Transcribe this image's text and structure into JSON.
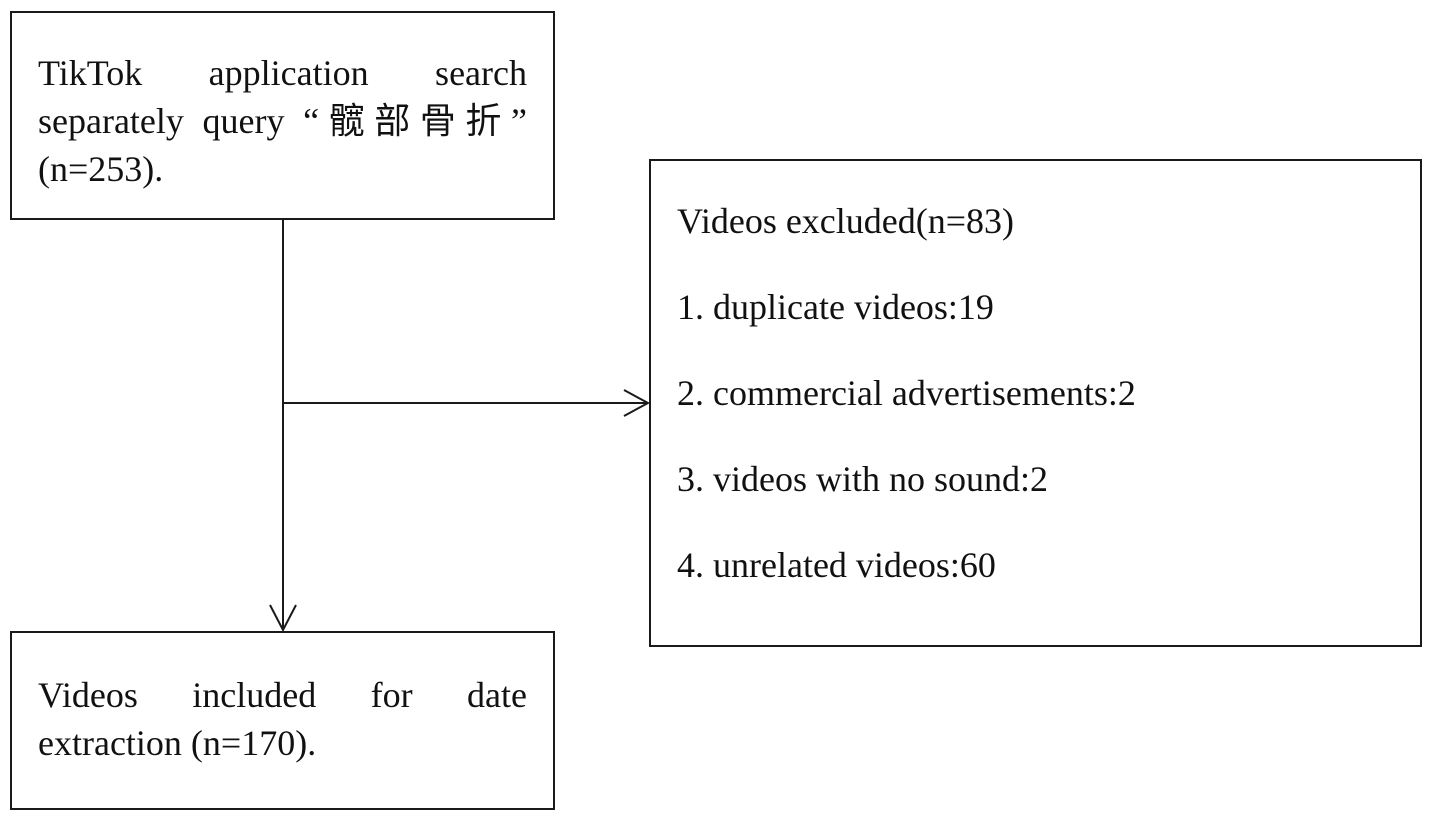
{
  "search_box": {
    "text": "TikTok application search separately query “髋部骨折” (n=253)."
  },
  "included_box": {
    "text": "Videos included for date extraction (n=170)."
  },
  "excluded_box": {
    "title": "Videos excluded(n=83)",
    "items": [
      "1. duplicate videos:19",
      "2. commercial advertisements:2",
      "3. videos with no sound:2",
      "4. unrelated videos:60"
    ]
  },
  "colors": {
    "border": "#1a1a1a",
    "text": "#111111",
    "background": "#ffffff"
  }
}
